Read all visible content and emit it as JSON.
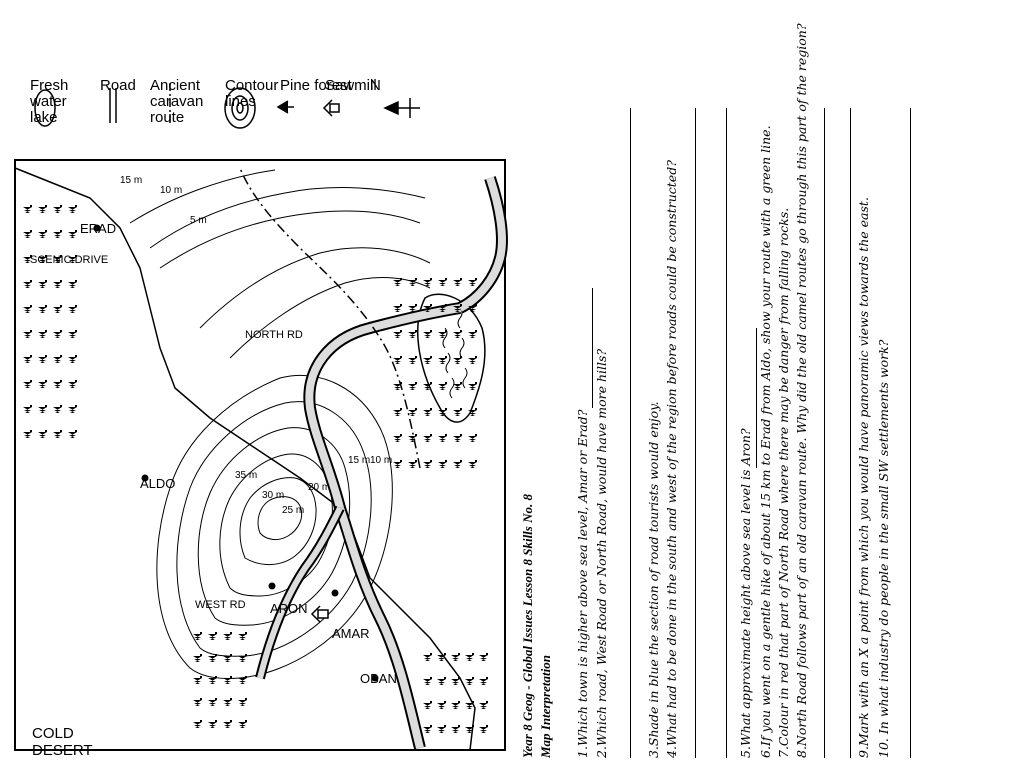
{
  "legend": {
    "lake": "Fresh\nwater\nlake",
    "road": "Road",
    "caravan": "Ancient\ncaravan\nroute",
    "contour": "Contour\nlines",
    "pine": "Pine forest",
    "sawmill": "Sawmill",
    "north": "N"
  },
  "map": {
    "region": "COLD\nDESERT",
    "towns": [
      "ALDO",
      "ARON",
      "AMAR",
      "OBAN",
      "ERAD"
    ],
    "roads": [
      "WEST RD",
      "NORTH RD",
      "SCENIC DRIVE"
    ],
    "contours": [
      "35 m",
      "30 m",
      "25 m",
      "20 m",
      "15 m",
      "10 m",
      "5 m",
      "15 m",
      "10 m"
    ]
  },
  "heading": {
    "title": "Year 8 Geog - Global Issues Lesson 8 Skills No. 8",
    "subtitle": "Map Interpretation"
  },
  "questions": [
    "1.Which town is higher above sea level, Amar or Erad?",
    "2.Which road, West Road or North Road, would have more hills?",
    "3.Shade in blue the section of road tourists would enjoy.",
    "4.What had to be done in the south and west of the region before roads could be constructed?",
    "5.What approximate height above sea level is Aron?",
    "6.If you went on a gentle hike of about 15 km to Erad from Aldo, show your route with a green line.",
    "7.Colour in red that part of North Road where there may be danger from falling rocks.",
    "8.North Road follows part of an old caravan route. Why did the old camel routes go through this part of the region?",
    "9.Mark with an X a point from which you would have panoramic views towards the east.",
    "10.    In what industry do people in the small SW settlements work?"
  ]
}
